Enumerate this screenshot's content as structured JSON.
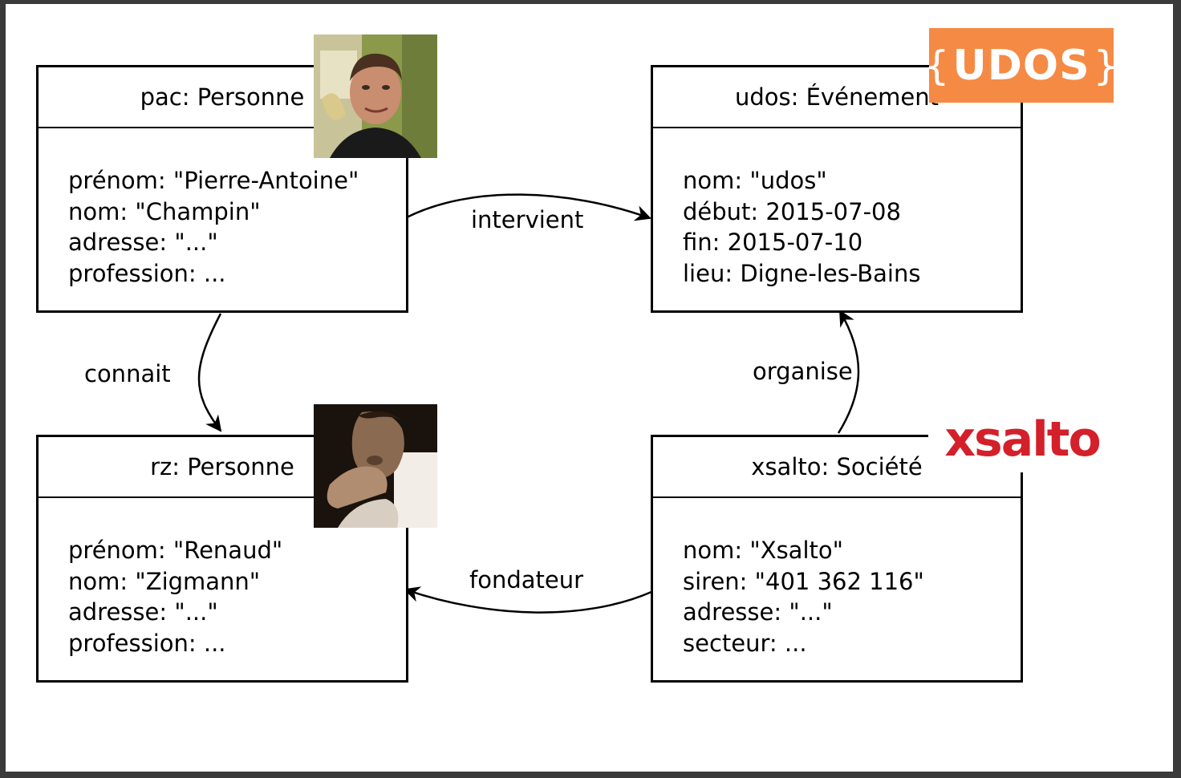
{
  "entities": {
    "pac": {
      "header": "pac: Personne",
      "attributes": [
        "prénom: \"Pierre-Antoine\"",
        "nom: \"Champin\"",
        "adresse: \"...\"",
        "profession: ..."
      ]
    },
    "udos": {
      "header": "udos: Événement",
      "attributes": [
        "nom: \"udos\"",
        "début: 2015-07-08",
        "fin: 2015-07-10",
        "lieu: Digne-les-Bains"
      ]
    },
    "rz": {
      "header": "rz: Personne",
      "attributes": [
        "prénom: \"Renaud\"",
        "nom: \"Zigmann\"",
        "adresse: \"...\"",
        "profession: ..."
      ]
    },
    "xsalto": {
      "header": "xsalto: Société",
      "attributes": [
        "nom: \"Xsalto\"",
        "siren: \"401 362 116\"",
        "adresse: \"...\"",
        "secteur: ..."
      ]
    }
  },
  "relations": {
    "intervient": "intervient",
    "connait": "connait",
    "organise": "organise",
    "fondateur": "fondateur"
  },
  "logos": {
    "udos": {
      "text": "UDOS",
      "color": "#f58a45"
    },
    "xsalto": {
      "text": "xsalto",
      "color": "#d3202a"
    }
  },
  "icons": [
    "photo-pac",
    "photo-rz"
  ]
}
